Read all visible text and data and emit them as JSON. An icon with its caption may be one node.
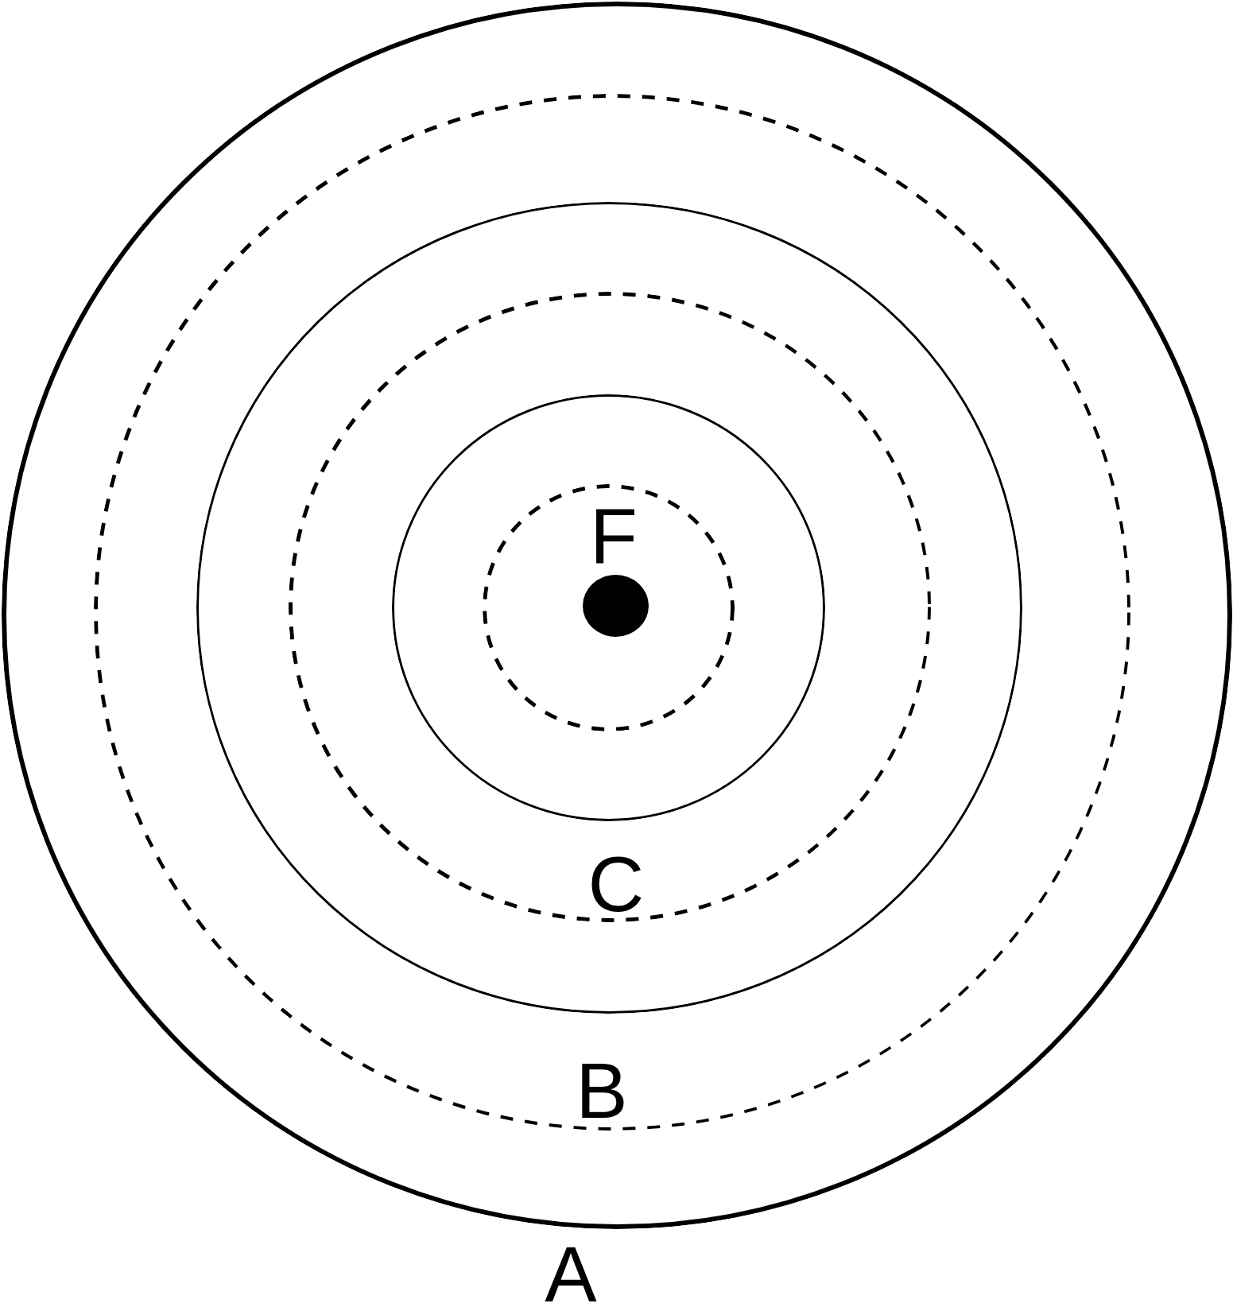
{
  "diagram": {
    "nodes": [
      {
        "text": [
          "A"
        ]
      },
      {
        "text": [
          "B"
        ],
        "in": 0
      },
      {
        "text": [],
        "shape": "circle",
        "in": 1
      },
      {
        "text": [
          "C"
        ],
        "in": 2
      },
      {
        "text": [],
        "shape": "circle",
        "in": 3
      },
      {
        "text": [
          "F"
        ],
        "in": 4
      },
      {
        "text": [],
        "shape": "dot",
        "in": 5
      }
    ]
  }
}
